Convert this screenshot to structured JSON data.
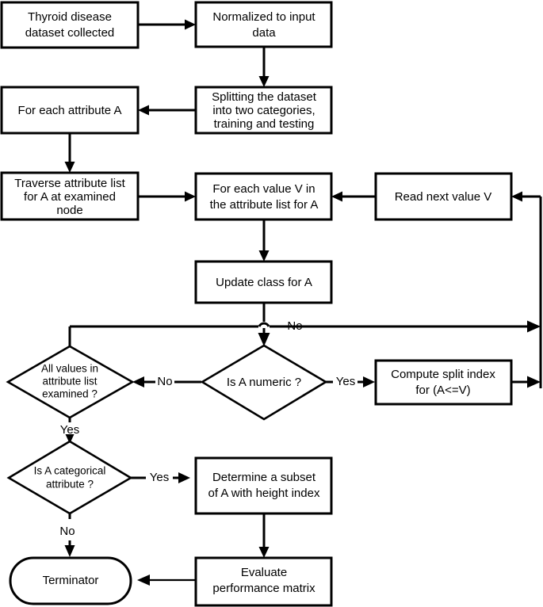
{
  "diagram": {
    "title": "Thyroid disease decision tree attribute processing flowchart",
    "type": "flowchart",
    "colors": {
      "background": "#ffffff",
      "stroke": "#000000",
      "fill": "#ffffff",
      "text": "#000000"
    }
  },
  "nodes": [
    {
      "id": "thyroid-dataset",
      "shape": "process",
      "line1": "Thyroid disease",
      "line2": "dataset collected"
    },
    {
      "id": "normalized-input",
      "shape": "process",
      "line1": "Normalized to input",
      "line2": "data"
    },
    {
      "id": "splitting-dataset",
      "shape": "process",
      "line1": "Splitting the dataset",
      "line2": "into two categories,",
      "line3": "training and testing"
    },
    {
      "id": "for-each-attribute",
      "shape": "process",
      "line1": "For each attribute A"
    },
    {
      "id": "traverse-attribute-list",
      "shape": "process",
      "line1": "Traverse attribute list",
      "line2": "for A at examined",
      "line3": "node"
    },
    {
      "id": "for-each-value",
      "shape": "process",
      "line1": "For each value V in",
      "line2": "the attribute list for A"
    },
    {
      "id": "read-next-value",
      "shape": "process",
      "line1": "Read next value V"
    },
    {
      "id": "update-class",
      "shape": "process",
      "line1": "Update class for A"
    },
    {
      "id": "all-values-examined",
      "shape": "decision",
      "line1": "All values in",
      "line2": "attribute list",
      "line3": "examined ?"
    },
    {
      "id": "is-a-numeric",
      "shape": "decision",
      "line1": "Is A numeric ?"
    },
    {
      "id": "compute-split-index",
      "shape": "process",
      "line1": "Compute split index",
      "line2": "for (A<=V)"
    },
    {
      "id": "is-a-categorical",
      "shape": "decision",
      "line1": "Is A categorical",
      "line2": "attribute ?"
    },
    {
      "id": "determine-subset",
      "shape": "process",
      "line1": "Determine a subset",
      "line2": "of A with height index"
    },
    {
      "id": "evaluate-performance",
      "shape": "process",
      "line1": "Evaluate",
      "line2": "performance matrix"
    },
    {
      "id": "terminator",
      "shape": "terminator",
      "line1": "Terminator"
    }
  ],
  "edge_labels": {
    "numeric_no": "No",
    "numeric_yes": "Yes",
    "all_values_yes": "Yes",
    "loop_no": "No",
    "categorical_yes": "Yes",
    "categorical_no": "No"
  }
}
